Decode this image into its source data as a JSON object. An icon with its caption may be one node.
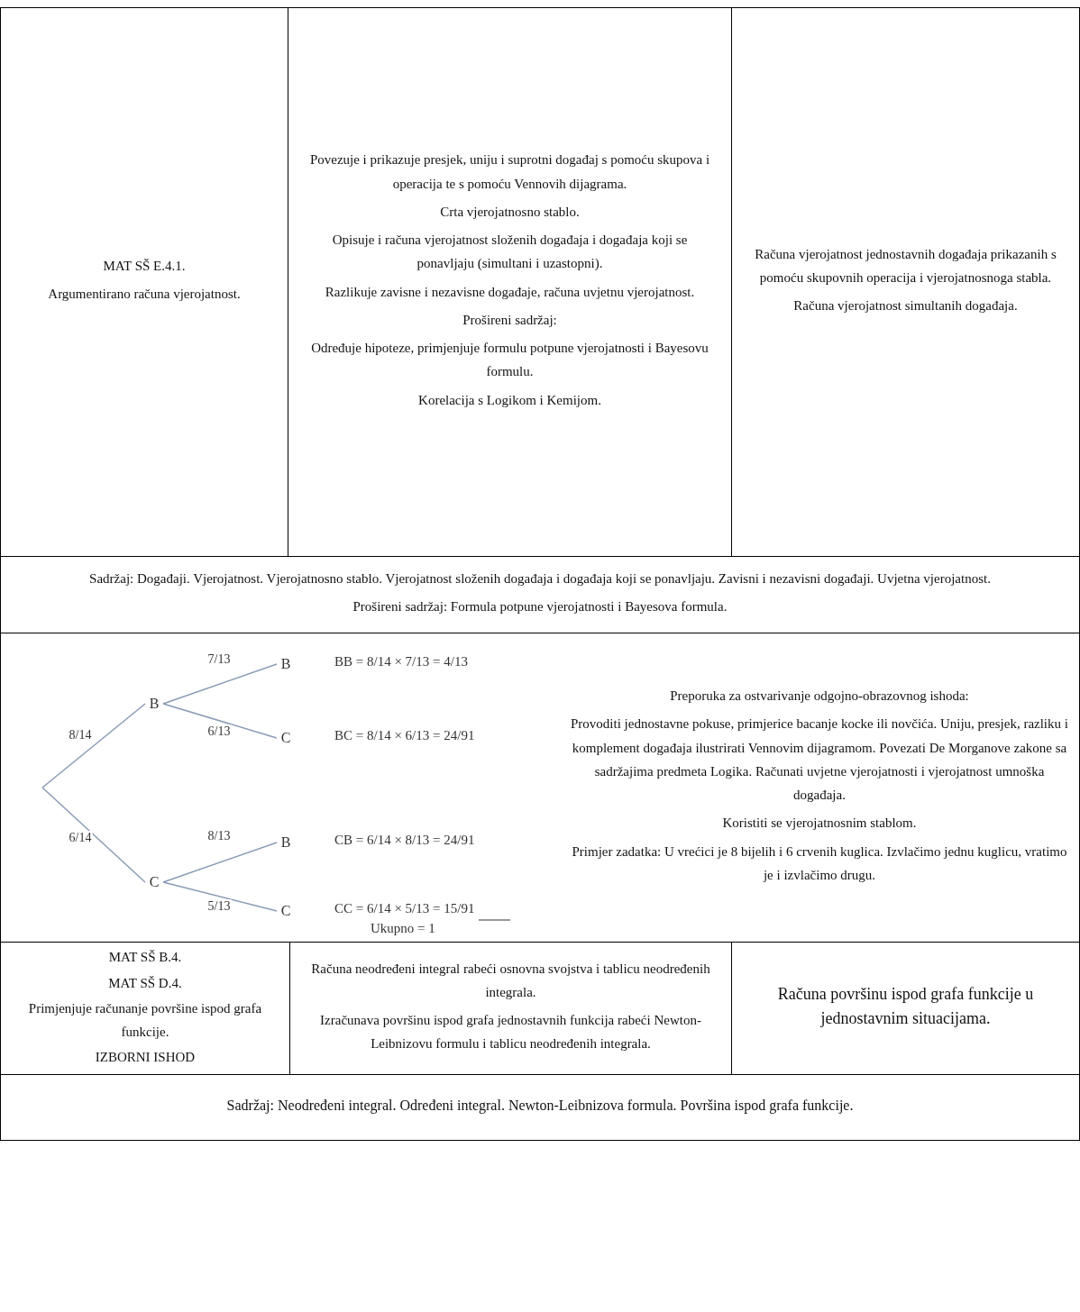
{
  "diagram": {
    "nodes": [
      {
        "text": [
          "B"
        ]
      },
      {
        "text": [
          "B"
        ]
      },
      {
        "text": [
          "C"
        ]
      },
      {
        "text": [
          "C"
        ]
      },
      {
        "text": [
          "B"
        ]
      },
      {
        "text": [
          "C"
        ]
      }
    ],
    "edges": [
      {
        "from": null,
        "to": 0,
        "arrow": "none",
        "label": "8/14"
      },
      {
        "from": 0,
        "to": 1,
        "arrow": "none",
        "label": "7/13"
      },
      {
        "from": 0,
        "to": 2,
        "arrow": "none",
        "label": "6/13"
      },
      {
        "from": null,
        "to": 3,
        "arrow": "none",
        "label": "6/14"
      },
      {
        "from": 3,
        "to": 4,
        "arrow": "none",
        "label": "8/13"
      },
      {
        "from": 3,
        "to": 5,
        "arrow": "none",
        "label": "5/13"
      }
    ],
    "labels": [
      "MAT SŠ E.4.1.",
      "Argumentirano računa vjerojatnost.",
      "Povezuje i prikazuje presjek, uniju i suprotni događaj s pomoću skupova i operacija te s pomoću Vennovih dijagrama.",
      "Crta vjerojatnosno stablo.",
      "Opisuje i računa vjerojatnost složenih događaja i događaja koji se ponavljaju (simultani i uzastopni).",
      "Razlikuje zavisne i nezavisne događaje, računa uvjetnu vjerojatnost.",
      "Prošireni sadržaj:",
      "Određuje hipoteze, primjenjuje formulu potpune vjerojatnosti i Bayesovu formulu.",
      "Korelacija s Logikom i Kemijom.",
      "Računa vjerojatnost jednostavnih događaja prikazanih s pomoću skupovnih operacija i vjerojatnosnoga stabla.",
      "Računa vjerojatnost simultanih događaja.",
      "Sadržaj: Događaji. Vjerojatnost. Vjerojatnosno stablo. Vjerojatnost složenih događaja i događaja koji se ponavljaju. Zavisni i nezavisni događaji. Uvjetna vjerojatnost.",
      "Prošireni sadržaj: Formula potpune vjerojatnosti i Bayesova formula.",
      "BB = 8/14 × 7/13 = 4/13",
      "BC = 8/14 × 6/13 = 24/91",
      "CB = 6/14 × 8/13 = 24/91",
      "CC = 6/14 × 5/13 = 15/91",
      "Ukupno = 1",
      "Preporuka za ostvarivanje odgojno-obrazovnog ishoda:",
      "Provoditi jednostavne pokuse, primjerice bacanje kocke ili novčića. Uniju, presjek, razliku i komplement događaja ilustrirati Vennovim dijagramom. Povezati De Morganove zakone sa sadržajima predmeta Logika. Računati uvjetne vjerojatnosti i vjerojatnost umnoška događaja.",
      "Koristiti se vjerojatnosnim stablom.",
      "Primjer zadatka: U vrećici je 8 bijelih i 6 crvenih kuglica. Izvlačimo jednu kuglicu, vratimo je i izvlačimo drugu.",
      "MAT SŠ B.4.",
      "MAT SŠ D.4.",
      "Primjenjuje računanje površine ispod grafa funkcije.",
      "IZBORNI ISHOD",
      "Računa neodređeni integral rabeći osnovna svojstva i tablicu neodređenih integrala.",
      "Izračunava površinu ispod grafa jednostavnih funkcija rabeći Newton-Leibnizovu formulu i tablicu neodređenih integrala.",
      "Računa površinu ispod grafa funkcije u jednostavnim situacijama.",
      "Sadržaj: Neodređeni integral. Određeni integral. Newton-Leibnizova formula. Površina ispod grafa funkcije."
    ]
  }
}
